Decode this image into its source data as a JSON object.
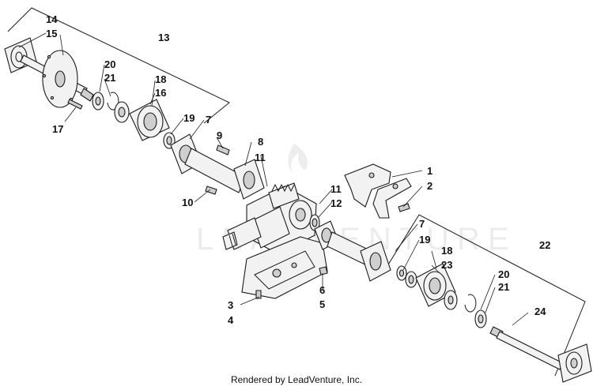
{
  "watermark": {
    "text": "LEADVENTURE"
  },
  "footer": {
    "credit": "Rendered by LeadVenture, Inc."
  },
  "callouts": {
    "c14": "14",
    "c15": "15",
    "c13": "13",
    "c20a": "20",
    "c21a": "21",
    "c18a": "18",
    "c16": "16",
    "c17": "17",
    "c19a": "19",
    "c7a": "7",
    "c9": "9",
    "c8": "8",
    "c11a": "11",
    "c10": "10",
    "c1": "1",
    "c2": "2",
    "c11b": "11",
    "c12": "12",
    "c7b": "7",
    "c19b": "19",
    "c22": "22",
    "c18b": "18",
    "c23": "23",
    "c20b": "20",
    "c21b": "21",
    "c24": "24",
    "c3": "3",
    "c4": "4",
    "c6": "6",
    "c5": "5"
  }
}
